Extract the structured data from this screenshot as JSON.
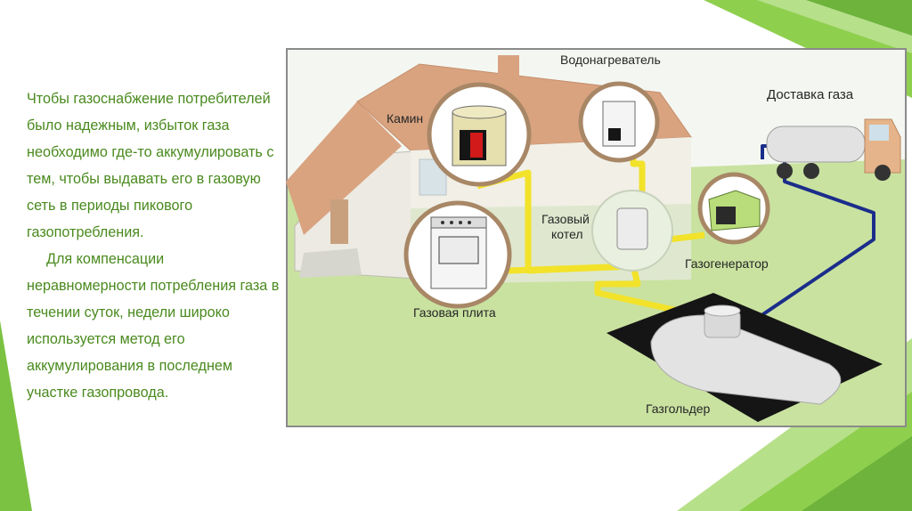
{
  "slide": {
    "paragraph_1": "Чтобы газоснабжение потребителей было надежным, избыток газа необходимо где-то аккумулировать с тем, чтобы выдавать его в газовую сеть в периоды пикового газопотребления.",
    "paragraph_2": "Для компенсации неравномерности потребления газа в течении суток, недели широко используется метод его аккумулирования в последнем участке газопровода."
  },
  "diagram": {
    "labels": {
      "water_heater": "Водонагреватель",
      "gas_delivery": "Доставка газа",
      "fireplace": "Камин",
      "boiler_line1": "Газовый",
      "boiler_line2": "котел",
      "generator": "Газогенератор",
      "stove": "Газовая плита",
      "gasholder": "Газгольдер"
    },
    "colors": {
      "accent_green": "#4a8a1e",
      "yellow_pipe": "#f2e22a",
      "blue_pipe": "#1b2d8a",
      "grass": "#c9e2a0",
      "roof": "#d9a380"
    }
  }
}
